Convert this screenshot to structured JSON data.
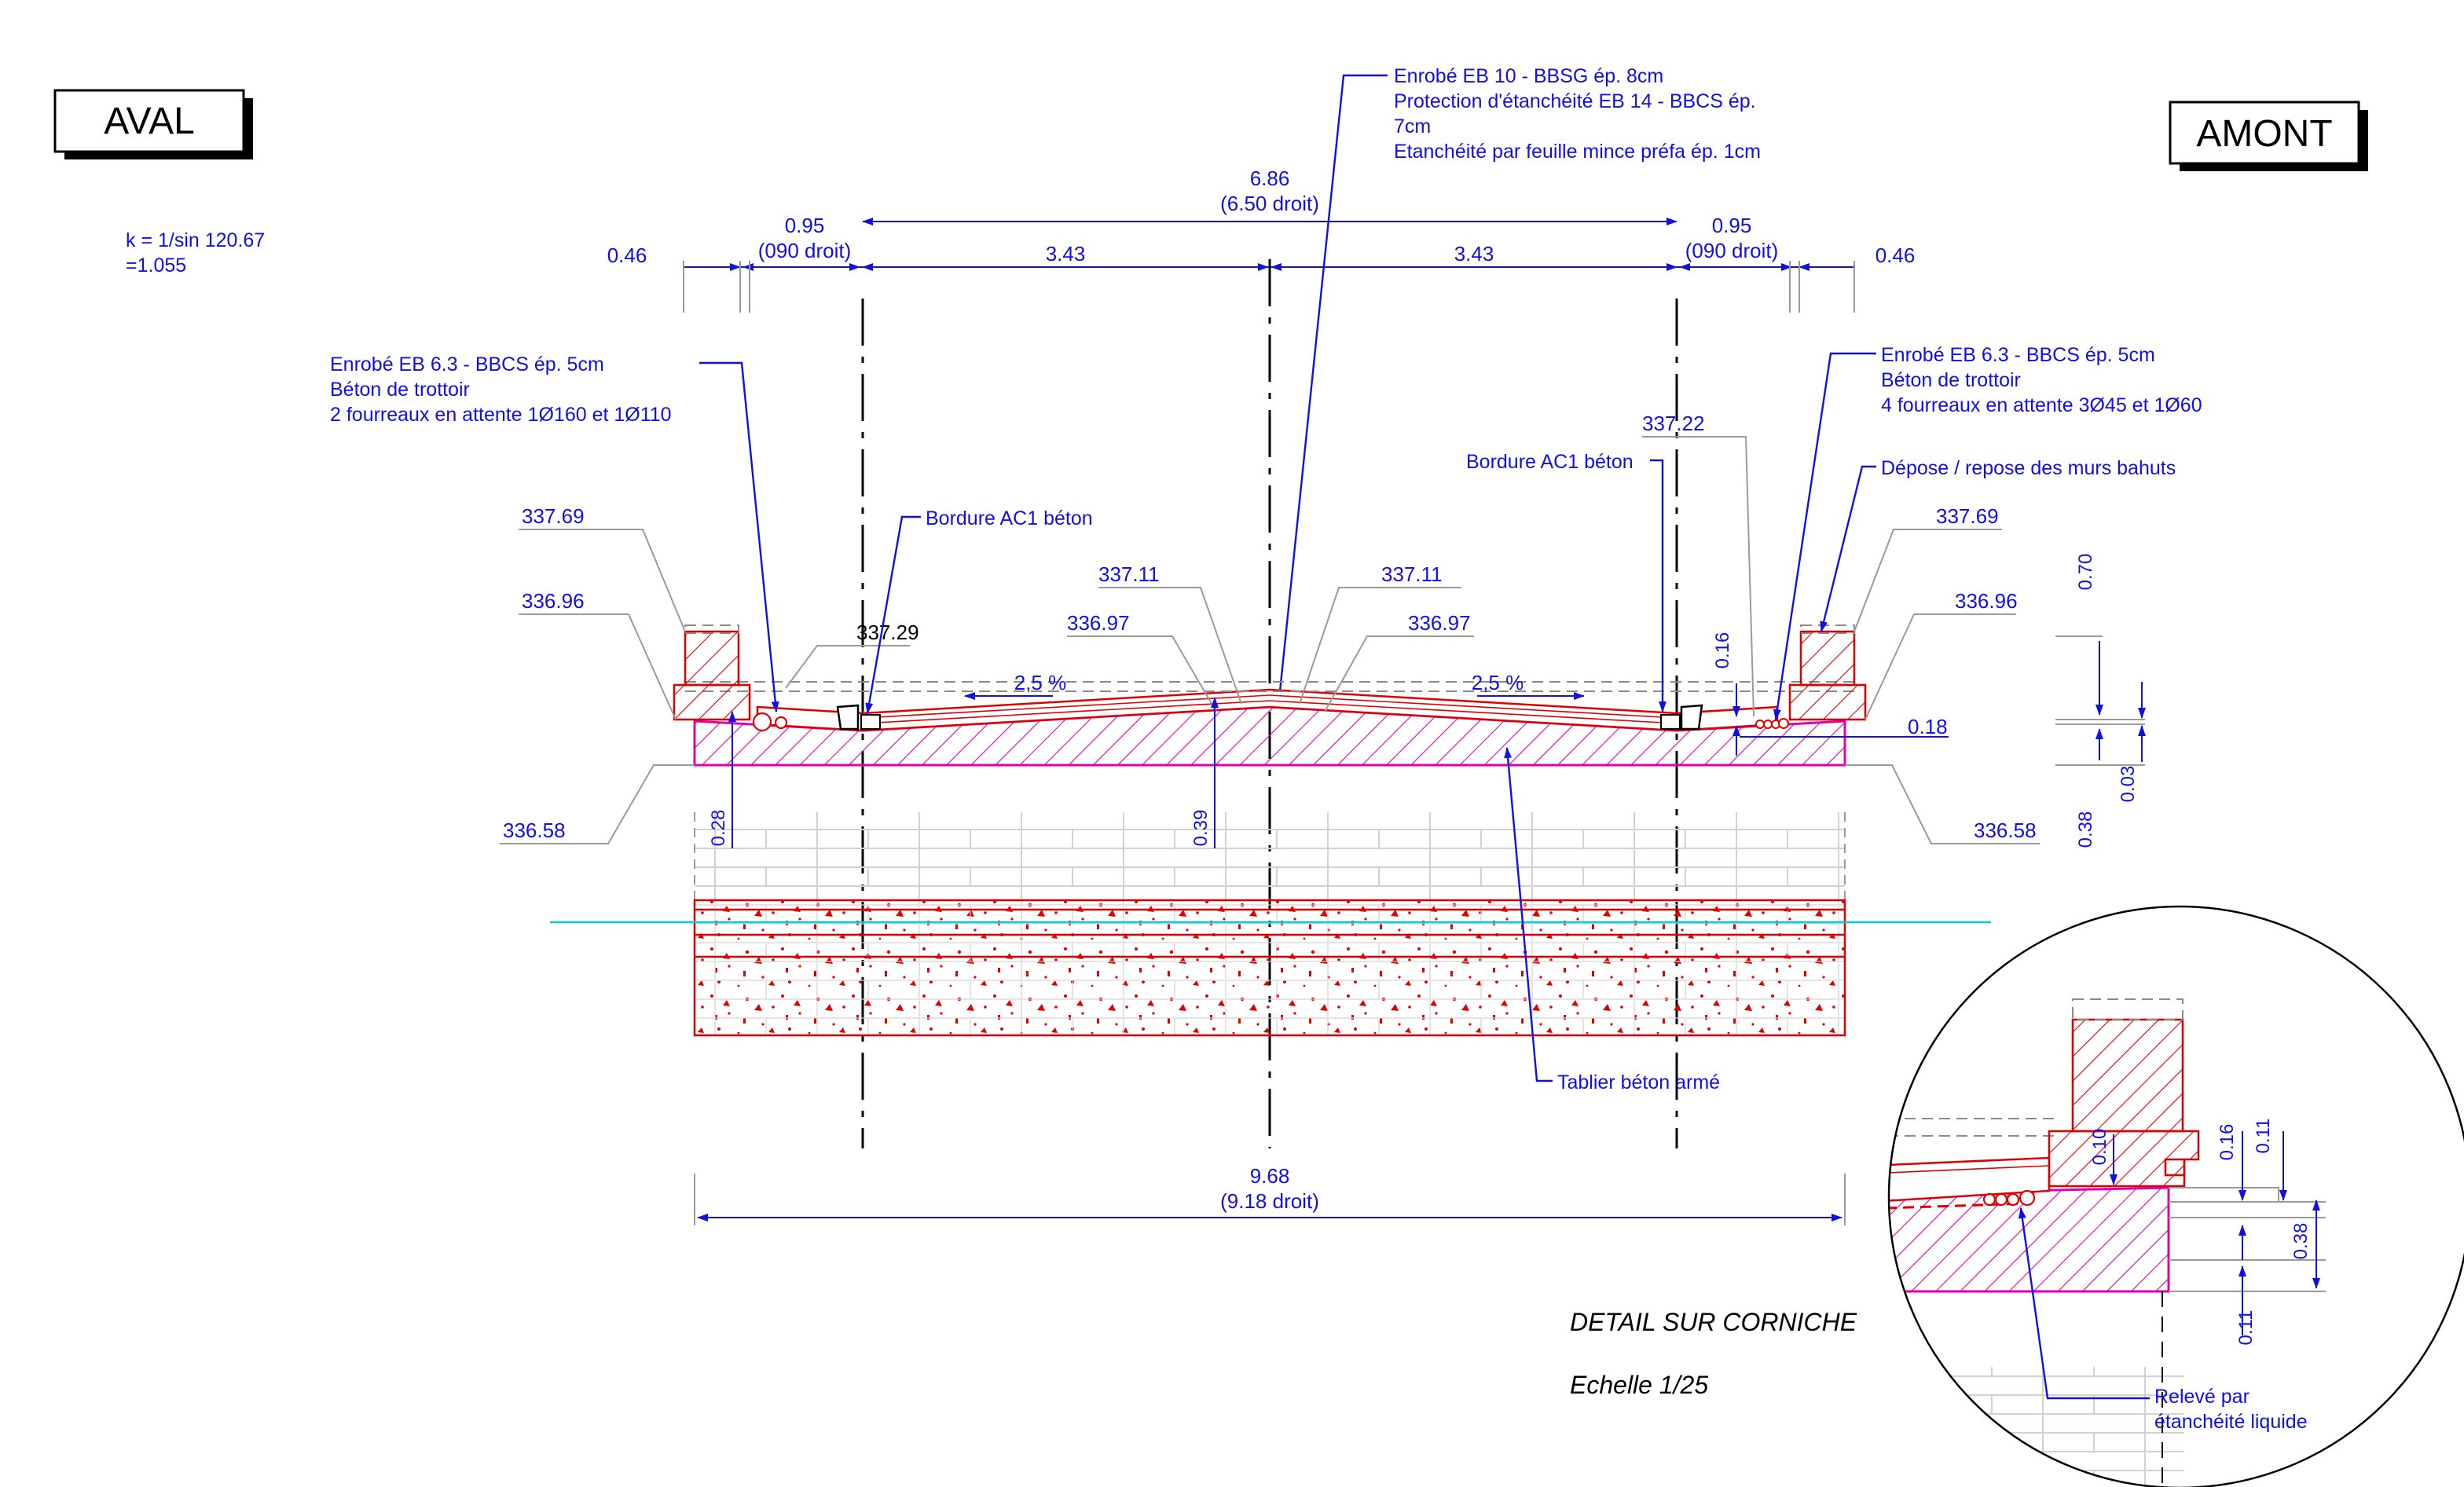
{
  "tags": {
    "aval": "AVAL",
    "amont": "AMONT"
  },
  "k_factor": {
    "line1": "k = 1/sin 120.67",
    "line2": "=1.055"
  },
  "dims": {
    "total_top": "6.86",
    "total_top_sub": "(6.50 droit)",
    "left_side": "0.95",
    "left_side_sub": "(090 droit)",
    "right_side": "0.95",
    "right_side_sub": "(090 droit)",
    "left_edge": "0.46",
    "right_edge": "0.46",
    "half_left": "3.43",
    "half_right": "3.43",
    "total_bottom": "9.68",
    "total_bottom_sub": "(9.18 droit)",
    "h_left": "0.28",
    "h_center": "0.39",
    "h_right_016": "0.16",
    "h_right_018": "0.18",
    "side_070": "0.70",
    "side_038": "0.38",
    "side_003": "0.03"
  },
  "elevations": {
    "e1": "337.69",
    "e2": "336.96",
    "e3": "336.58",
    "e4": "337.29",
    "e5": "337.11",
    "e6": "336.97",
    "e7": "337.11",
    "e8": "336.97",
    "e9": "337.22",
    "e10": "337.69",
    "e11": "336.96",
    "e12": "336.58"
  },
  "slopes": {
    "left": "2,5 %",
    "right": "2,5 %"
  },
  "notes": {
    "top_1": "Enrobé EB 10 - BBSG ép. 8cm",
    "top_2": "Protection d'étanchéité EB 14 - BBCS ép.",
    "top_3": "7cm",
    "top_4": "Etanchéité par feuille mince préfa ép. 1cm",
    "left_1": "Enrobé EB 6.3 - BBCS ép. 5cm",
    "left_2": "Béton de trottoir",
    "left_3": "2 fourreaux en attente 1Ø160 et 1Ø110",
    "right_1": "Enrobé EB 6.3 - BBCS ép. 5cm",
    "right_2": "Béton de trottoir",
    "right_3": "4 fourreaux en attente 3Ø45 et 1Ø60",
    "bordure_left": "Bordure AC1 béton",
    "bordure_right": "Bordure AC1 béton",
    "depose": "Dépose / repose des murs bahuts",
    "tablier": "Tablier béton armé"
  },
  "detail": {
    "title": "DETAIL SUR CORNICHE",
    "scale": "Echelle 1/25",
    "d010": "0.10",
    "d016": "0.16",
    "d011a": "0.11",
    "d038": "0.38",
    "d011b": "0.11",
    "note1": "Relevé par",
    "note2": "étanchéité liquide"
  },
  "colors": {
    "annotation": "#1010e0",
    "concrete": "#e00000",
    "waterproofing": "#e000b0",
    "waterline": "#00d0d0",
    "structure_grey": "#9a9a9a"
  }
}
